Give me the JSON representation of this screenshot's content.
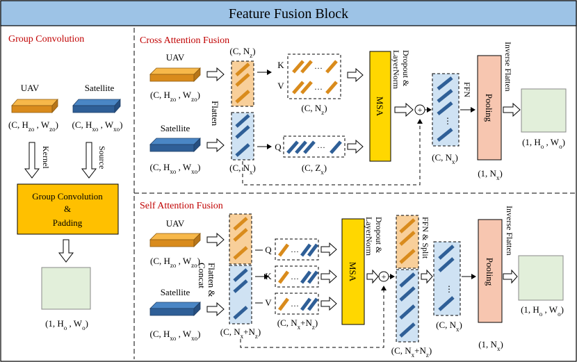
{
  "title": "Feature Fusion Block",
  "group_conv": {
    "section_title": "Group Convolution",
    "uav_label": "UAV",
    "uav_dims": "(C, H_zo , W_zo)",
    "sat_label": "Satellite",
    "sat_dims": "(C, H_xo , W_xo)",
    "kernel_label": "Kernel",
    "source_label": "Source",
    "box_line1": "Group Convolution",
    "box_line2": "&",
    "box_line3": "Padding",
    "out_dims": "(1, H_o , W_o)"
  },
  "cross": {
    "section_title": "Cross Attention Fusion",
    "uav_label": "UAV",
    "uav_dims": "(C, H_zo , W_zo)",
    "sat_label": "Satellite",
    "sat_dims": "(C, H_xo , W_xo)",
    "flatten_label": "Flatten",
    "z_dims": "(C, N_z)",
    "x_dims": "(C, N_x)",
    "k_label": "K",
    "v_label": "V",
    "q_label": "Q",
    "kv_dims": "(C, N_z)",
    "q_dims": "(C, Z_x)",
    "msa_label": "MSA",
    "dropout_line1": "Dropout &",
    "dropout_line2": "LayerNorm",
    "plus": "+",
    "ffn_label": "FFN",
    "ffn_dims": "(C, N_x)",
    "pool_label": "Pooling",
    "pool_dims": "(1, N_x)",
    "inverse_label": "Inverse Flatten",
    "out_dims": "(1, H_o , W_o)"
  },
  "self": {
    "section_title": "Self Attention Fusion",
    "uav_label": "UAV",
    "uav_dims": "(C, H_zo , W_zo)",
    "sat_label": "Satellite",
    "sat_dims": "(C, H_xo , W_xo)",
    "flatten_line1": "Flatten &",
    "flatten_line2": "Concat",
    "concat_dims": "(C, N_x+N_z)",
    "q_label": "Q",
    "k_label": "K",
    "v_label": "V",
    "qkv_dims": "(C, N_x+N_z)",
    "msa_label": "MSA",
    "dropout_line1": "Dropout &",
    "dropout_line2": "LayerNorm",
    "plus": "+",
    "ffn_split_label": "FFN & Split",
    "res_dims": "(C, N_x+N_z)",
    "split_dims": "(C, N_x)",
    "pool_label": "Pooling",
    "pool_dims": "(1, N_x)",
    "inverse_label": "Inverse Flatten",
    "out_dims": "(1, H_o , W_o)"
  },
  "colors": {
    "title_bar": "#9dc3e6",
    "uav_top": "#f7b84a",
    "uav_front": "#d98b1c",
    "sat_top": "#4a86c5",
    "sat_front": "#2f5f97",
    "token_orange_bg": "#f8cf9a",
    "token_blue_bg": "#cfe2f3",
    "msa_fill": "#ffd700",
    "pool_fill": "#f7c6b0",
    "output_fill": "#e2efda",
    "section_title": "#c00000"
  }
}
